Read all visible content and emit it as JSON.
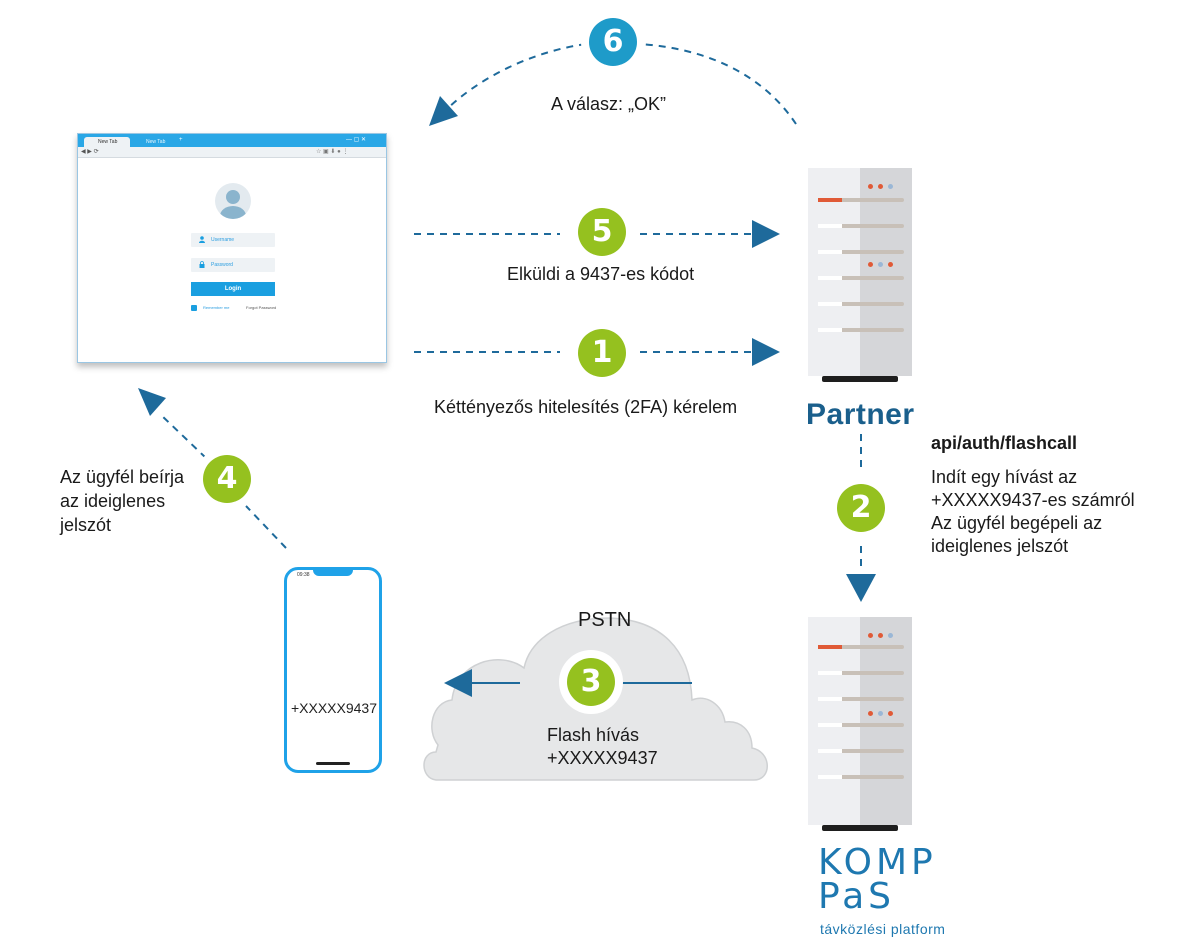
{
  "browser": {
    "tab_active": "New Tab",
    "tab_inactive": "New Tab",
    "new_tab_symbol": "+",
    "window_controls": "—  ▢  ✕",
    "username_placeholder": "Username",
    "password_placeholder": "Password",
    "login_label": "Login",
    "remember_label": "Remember me",
    "forgot_label": "Forgot Password"
  },
  "steps": {
    "s1": "1",
    "s2": "2",
    "s3": "3",
    "s4": "4",
    "s5": "5",
    "s6": "6"
  },
  "labels": {
    "step1": "Kéttényezős hitelesítés (2FA) kérelem",
    "step4_line1": "Az ügyfél beírja",
    "step4_line2": "az ideiglenes",
    "step4_line3": "jelszót",
    "step5": "Elküldi a 9437-es kódot",
    "step6": "A válasz: „OK”",
    "api_endpoint": "api/auth/flashcall",
    "step2_line1": "Indít egy hívást az",
    "step2_line2": "+XXXXX9437-es számról",
    "step2_line3": "Az ügyfél begépeli az",
    "step2_line4": "ideiglenes jelszót",
    "cloud_title": "PSTN",
    "step3_line1": "Flash hívás",
    "step3_line2": "+XXXXX9437"
  },
  "partner": {
    "title": "Partner"
  },
  "phone": {
    "status_time": "09:38",
    "number": "+XXXXX9437"
  },
  "logo": {
    "line1": "KOMP",
    "line2": "PaS",
    "subtitle": "távközlési platform"
  },
  "colors": {
    "arrow": "#1e6a9b",
    "green_step": "#95c11f",
    "blue_step": "#1e9bc9",
    "partner_text": "#1a5f8c",
    "logo": "#1e78b0",
    "server_red": "#e05a37"
  }
}
